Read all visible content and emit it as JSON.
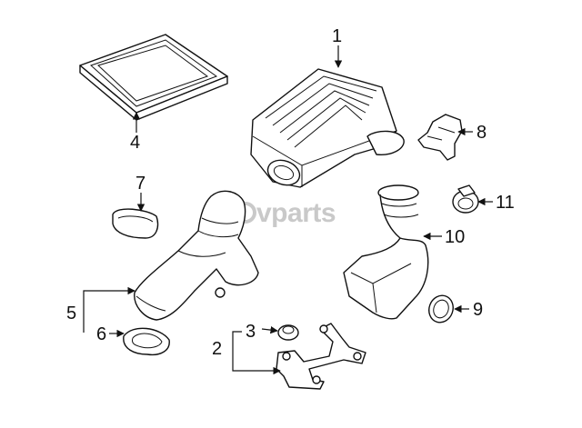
{
  "callouts": [
    {
      "id": "1",
      "label": "1"
    },
    {
      "id": "2",
      "label": "2"
    },
    {
      "id": "3",
      "label": "3"
    },
    {
      "id": "4",
      "label": "4"
    },
    {
      "id": "5",
      "label": "5"
    },
    {
      "id": "6",
      "label": "6"
    },
    {
      "id": "7",
      "label": "7"
    },
    {
      "id": "8",
      "label": "8"
    },
    {
      "id": "9",
      "label": "9"
    },
    {
      "id": "10",
      "label": "10"
    },
    {
      "id": "11",
      "label": "11"
    }
  ],
  "watermark": {
    "text": "vparts"
  },
  "colors": {
    "line": "#111111",
    "watermark": "#c9c9c9",
    "background": "#ffffff"
  }
}
